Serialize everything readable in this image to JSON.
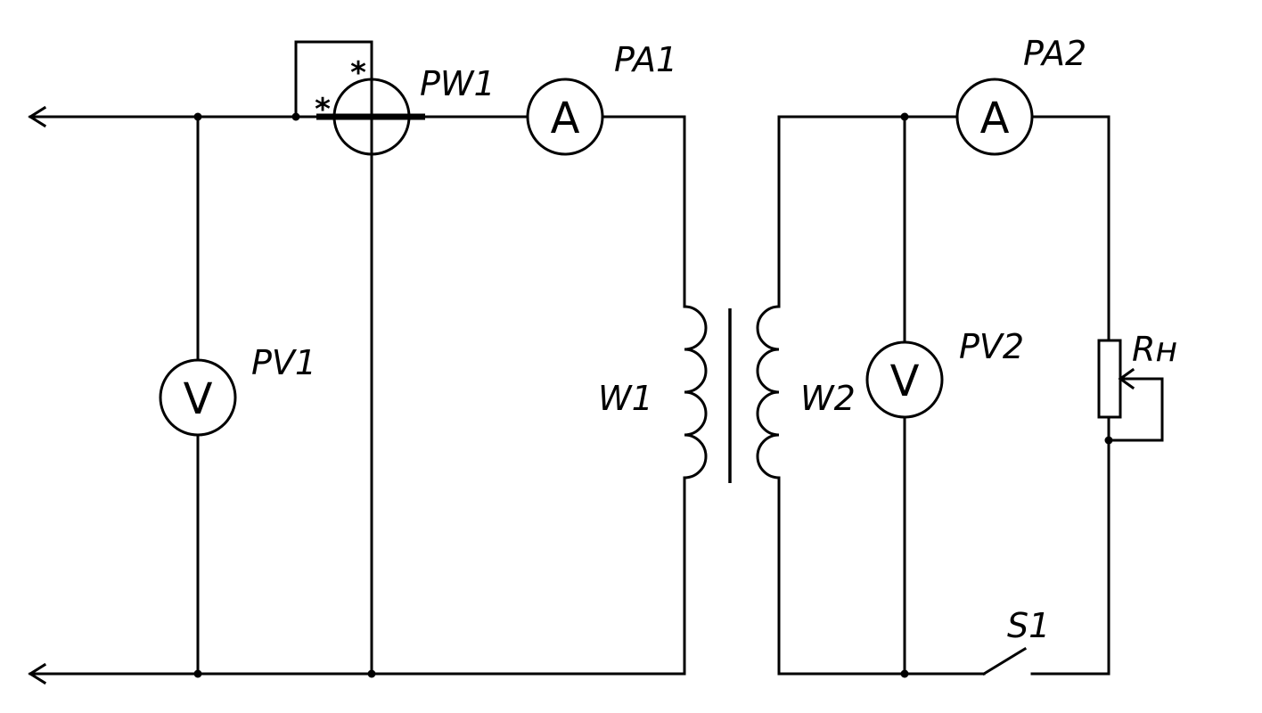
{
  "labels": {
    "pw1": "PW1",
    "pa1": "PA1",
    "pa2": "PA2",
    "pv1": "PV1",
    "pv2": "PV2",
    "w1": "W1",
    "w2": "W2",
    "rh": "Rн",
    "s1": "S1"
  },
  "meter_symbols": {
    "ammeter": "A",
    "voltmeter": "V",
    "polarity_mark": "*"
  },
  "colors": {
    "line": "#000000",
    "background": "#ffffff"
  }
}
